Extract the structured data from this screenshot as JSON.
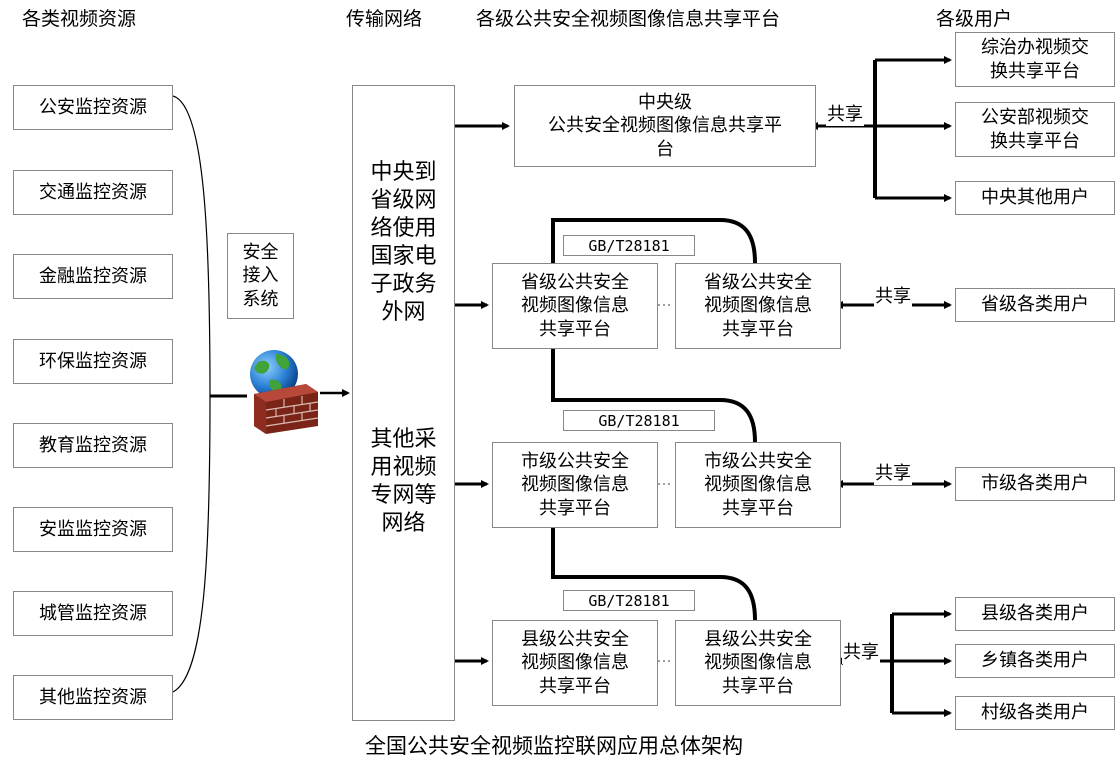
{
  "headers": {
    "sources": "各类视频资源",
    "network": "传输网络",
    "platforms": "各级公共安全视频图像信息共享平台",
    "users": "各级用户"
  },
  "sources": [
    "公安监控资源",
    "交通监控资源",
    "金融监控资源",
    "环保监控资源",
    "教育监控资源",
    "安监监控资源",
    "城管监控资源",
    "其他监控资源"
  ],
  "access": "安全\n接入\n系统",
  "network_box": {
    "top": "中央到\n省级网\n络使用\n国家电\n子政务\n外网",
    "bottom": "其他采\n用视频\n专网等\n网络"
  },
  "central_platform": "中央级\n公共安全视频图像信息共享平\n台",
  "platforms": {
    "province": "省级公共安全\n视频图像信息\n共享平台",
    "city": "市级公共安全\n视频图像信息\n共享平台",
    "county": "县级公共安全\n视频图像信息\n共享平台"
  },
  "standard": "GB/T28181",
  "share": "共享",
  "users": {
    "central": [
      "综治办视频交\n换共享平台",
      "公安部视频交\n换共享平台",
      "中央其他用户"
    ],
    "province": "省级各类用户",
    "city": "市级各类用户",
    "county": [
      "县级各类用户",
      "乡镇各类用户",
      "村级各类用户"
    ]
  },
  "caption": "全国公共安全视频监控联网应用总体架构",
  "icons": {
    "access": "globe-firewall-icon"
  }
}
